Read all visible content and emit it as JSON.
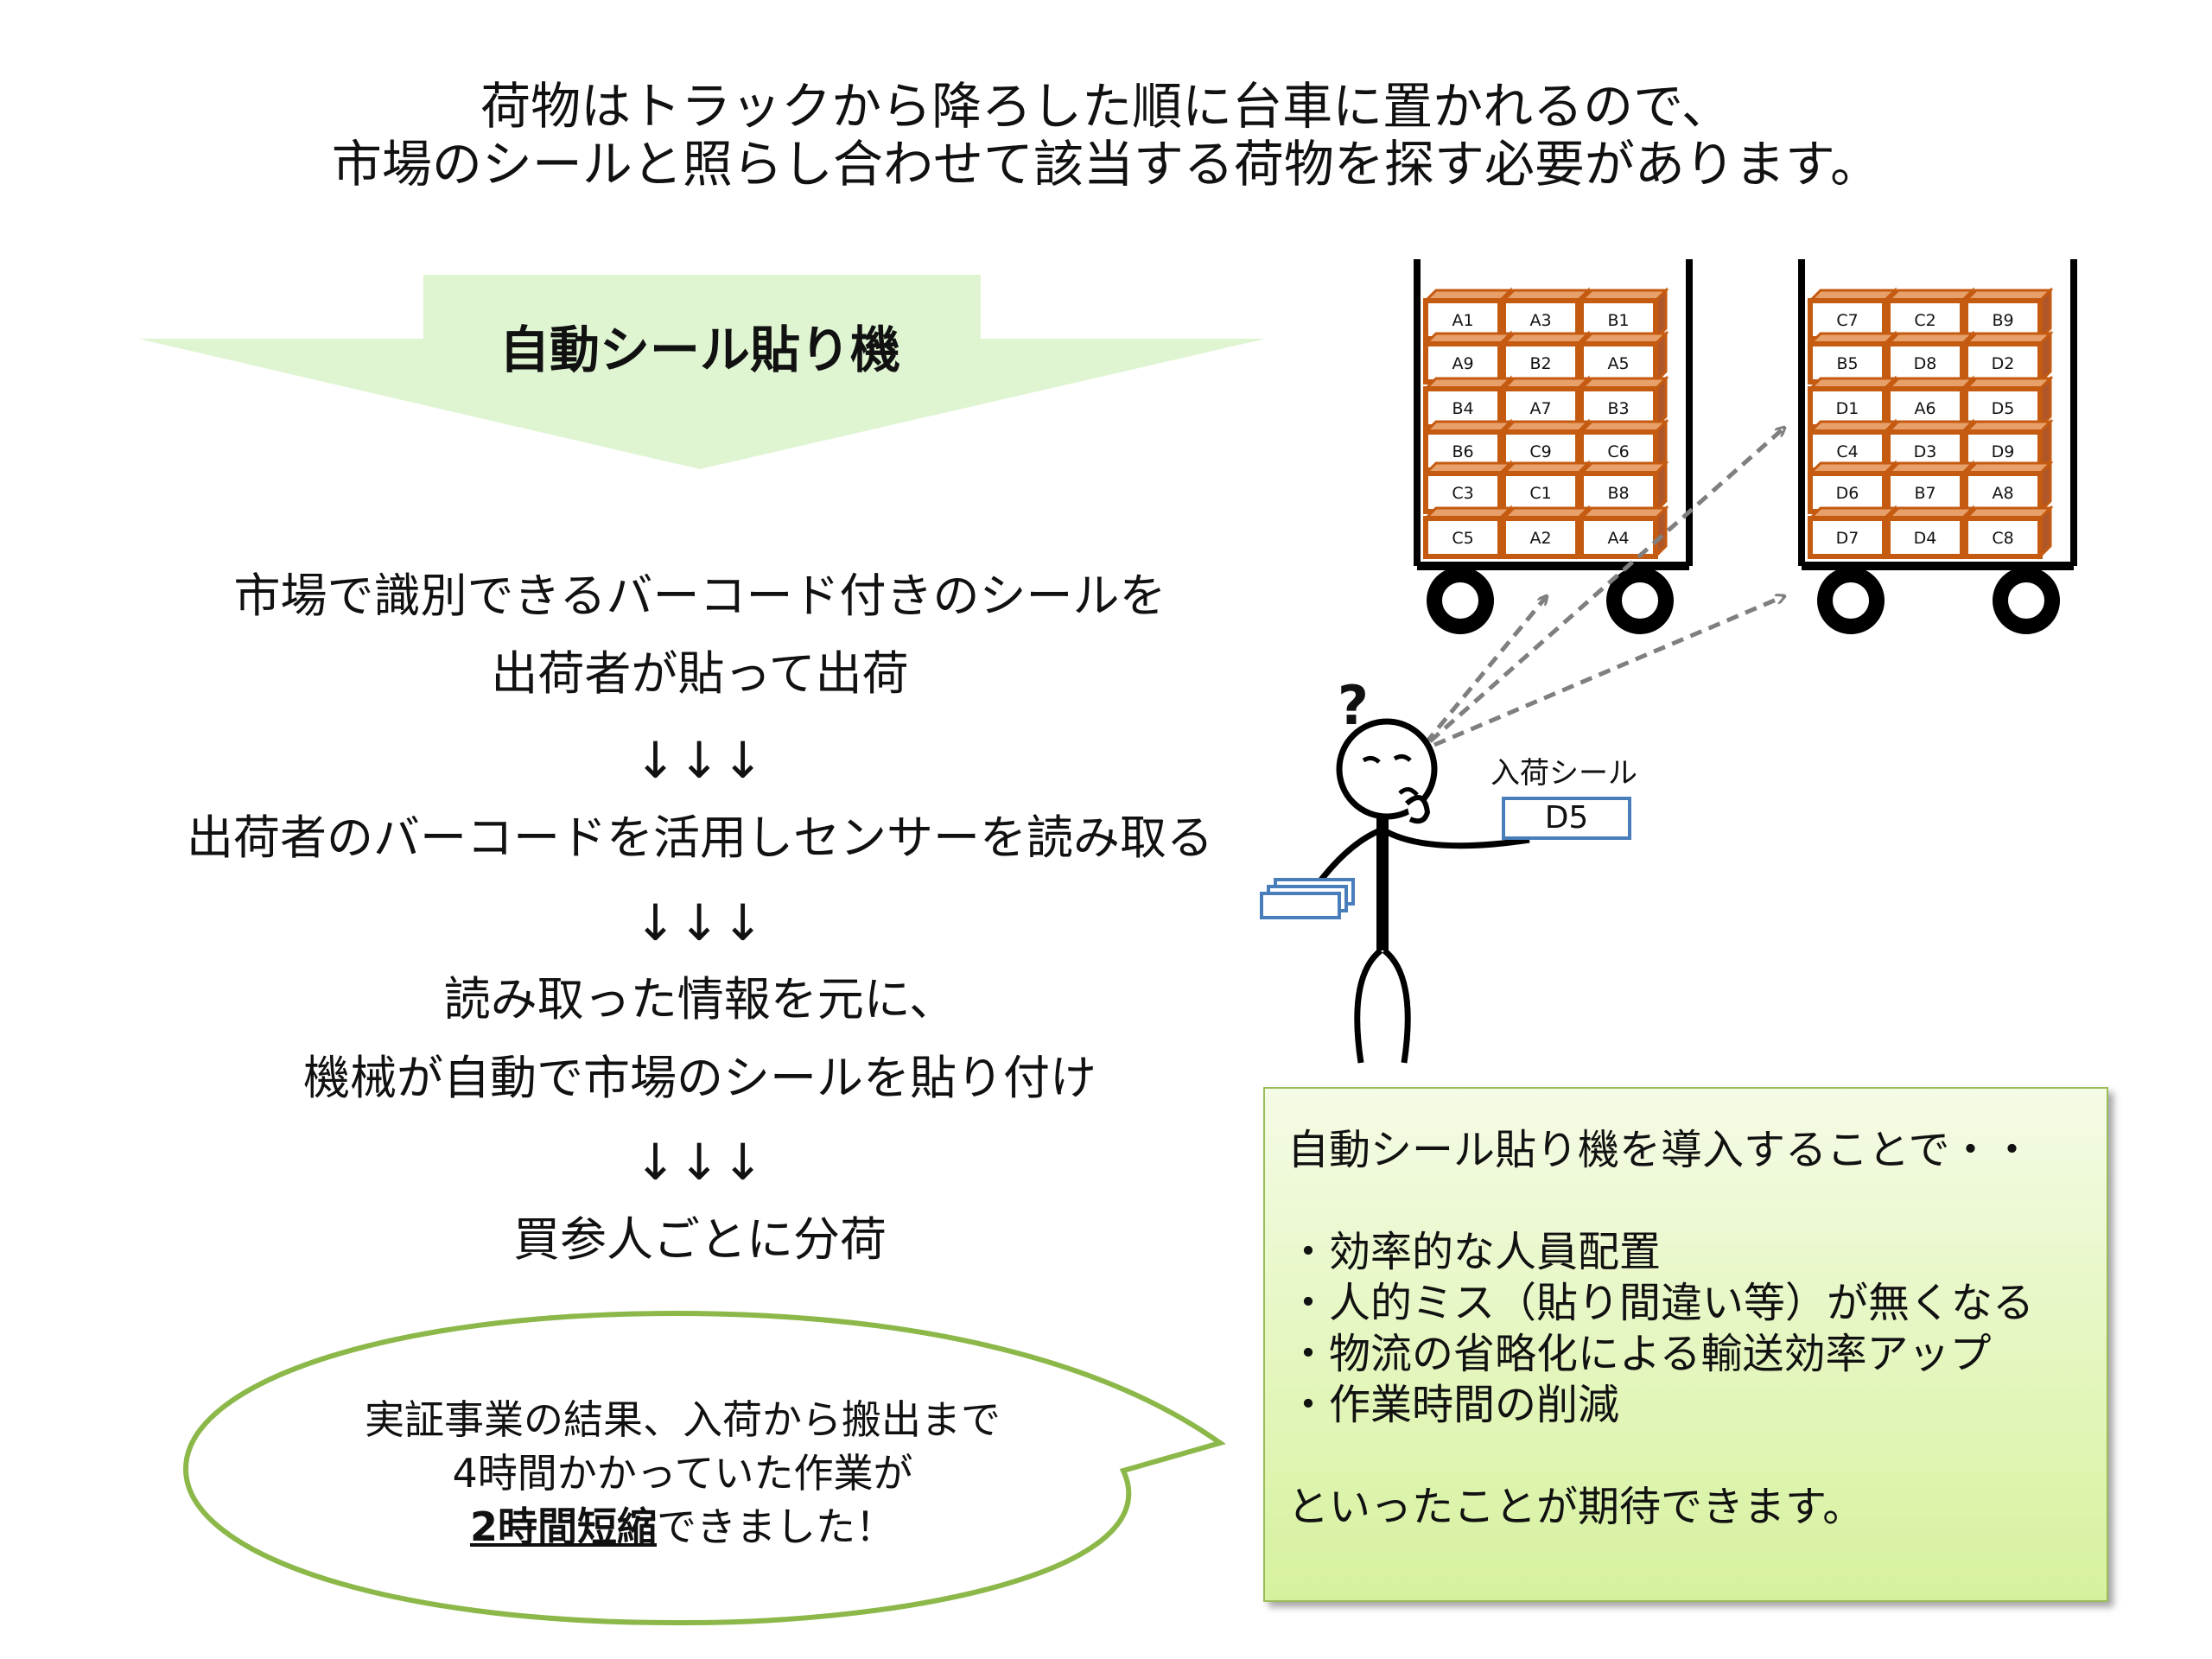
{
  "heading": {
    "line1": "荷物はトラックから降ろした順に台車に置かれるので、",
    "line2": "市場のシールと照らし合わせて該当する荷物を探す必要があります。"
  },
  "banner": {
    "title": "自動シール貼り機",
    "color": "#dff5d2"
  },
  "flow": {
    "step1_line1": "市場で識別できるバーコード付きのシールを",
    "step1_line2": "出荷者が貼って出荷",
    "arrows": "↓↓↓",
    "step2": "出荷者のバーコードを活用しセンサーを読み取る",
    "step3_line1": "読み取った情報を元に、",
    "step3_line2": "機械が自動で市場のシールを貼り付け",
    "step4": "買参人ごとに分荷"
  },
  "carts": [
    {
      "rows": [
        [
          "A1",
          "A3",
          "B1"
        ],
        [
          "A9",
          "B2",
          "A5"
        ],
        [
          "B4",
          "A7",
          "B3"
        ],
        [
          "B6",
          "C9",
          "C6"
        ],
        [
          "C3",
          "C1",
          "B8"
        ],
        [
          "C5",
          "A2",
          "A4"
        ]
      ]
    },
    {
      "rows": [
        [
          "C7",
          "C2",
          "B9"
        ],
        [
          "B5",
          "D8",
          "D2"
        ],
        [
          "D1",
          "A6",
          "D5"
        ],
        [
          "C4",
          "D3",
          "D9"
        ],
        [
          "D6",
          "B7",
          "A8"
        ],
        [
          "D7",
          "D4",
          "C8"
        ]
      ]
    }
  ],
  "box_color": "#c55a11",
  "seal": {
    "title": "入荷シール",
    "value": "D5",
    "border_color": "#4a7ebb"
  },
  "question_mark": "?",
  "benefits": {
    "intro": "自動シール貼り機を導入することで・・",
    "items": [
      "・効率的な人員配置",
      "・人的ミス（貼り間違い等）が無くなる",
      "・物流の省略化による輸送効率アップ",
      "・作業時間の削減"
    ],
    "outro": "といったことが期待できます。"
  },
  "callout": {
    "line1": "実証事業の結果、入荷から搬出まで",
    "line2": "4時間かかっていた作業が",
    "line3_emphasis": "2時間短縮",
    "line3_rest": "できました！",
    "border_color": "#8cb84a"
  }
}
